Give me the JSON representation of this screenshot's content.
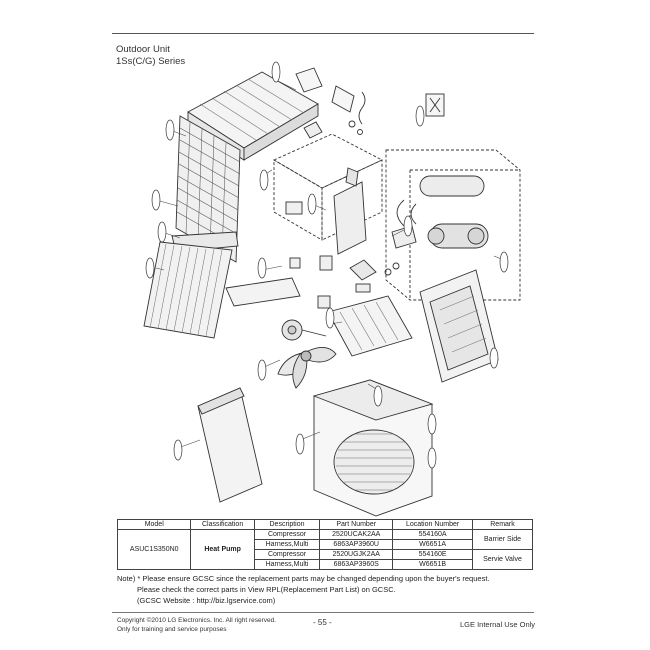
{
  "header": {
    "title": "Outdoor Unit",
    "series": "1Ss(C/G) Series"
  },
  "table": {
    "headers": [
      "Model",
      "Classification",
      "Description",
      "Part Number",
      "Location Number",
      "Remark"
    ],
    "model": "ASUC1S350N0",
    "classification": "Heat Pump",
    "rows": [
      {
        "description": "Compressor",
        "part_number": "2520UCAK2AA",
        "location": "554160A"
      },
      {
        "description": "Harness,Multi",
        "part_number": "6863AP3960U",
        "location": "W6651A"
      },
      {
        "description": "Compressor",
        "part_number": "2520UGJK2AA",
        "location": "554160E"
      },
      {
        "description": "Harness,Multi",
        "part_number": "6863AP3960S",
        "location": "W6651B"
      }
    ],
    "remarks": [
      "Barrier Side",
      "Servie Valve"
    ]
  },
  "notes": {
    "line1": "Note) * Please ensure GCSC since the replacement parts may be changed depending upon the buyer's request.",
    "line2": "Please check the correct parts in View RPL(Replacement Part List) on GCSC.",
    "line3": "(GCSC Website : http://biz.lgservice.com)"
  },
  "footer": {
    "copyright": "Copyright ©2010 LG Electronics. Inc. All right reserved.",
    "training": "Only for training and service purposes",
    "page": "- 55 -",
    "internal": "LGE Internal Use Only"
  }
}
